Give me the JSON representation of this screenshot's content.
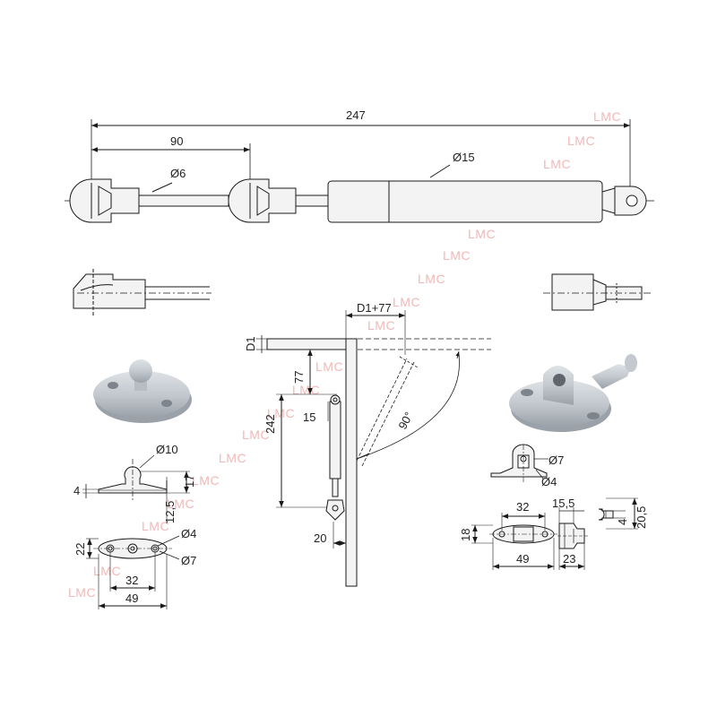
{
  "watermark": "LMC",
  "colors": {
    "line": "#1a1a1a",
    "body_fill": "#f3f3f3",
    "watermark": "#f2b8b8",
    "part_fill": "#c7ccd2",
    "part_shadow": "#9aa1a8"
  },
  "spring": {
    "length_total": "247",
    "length_stroke": "90",
    "rod_diameter": "Ø6",
    "body_diameter": "Ø15"
  },
  "mounting": {
    "d1_offset": "D1+77",
    "d1": "D1",
    "vertical_77": "77",
    "vertical_242": "242",
    "offset_15": "15",
    "offset_20": "20",
    "angle": "90°"
  },
  "ball_bracket": {
    "diameter_ball": "Ø10",
    "thickness": "4",
    "height_17": "17",
    "height_12_5": "12,5",
    "width_22": "22",
    "hole_small": "Ø4",
    "hole_large": "Ø7",
    "spacing": "32",
    "length": "49"
  },
  "fork_bracket": {
    "hole_large": "Ø7",
    "hole_small": "Ø4",
    "spacing": "32",
    "width_18": "18",
    "length": "49",
    "depth_15_5": "15,5",
    "depth_23": "23"
  },
  "pin": {
    "diameter": "4",
    "length": "20,5"
  }
}
